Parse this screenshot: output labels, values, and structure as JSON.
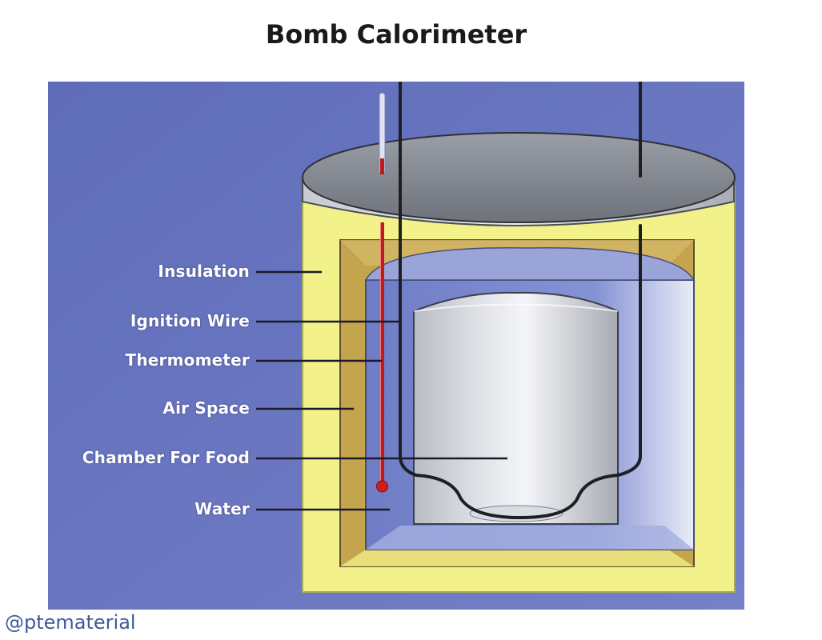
{
  "title": "Bomb Calorimeter",
  "labels": {
    "insulation": "Insulation",
    "ignition_wire": "Ignition Wire",
    "thermometer": "Thermometer",
    "air_space": "Air Space",
    "chamber": "Chamber For Food",
    "water": "Water"
  },
  "watermark": "@ptematerial",
  "colors": {
    "background": "#6b78c4",
    "insulation": "#f3f28c",
    "air_space": "#c9aa50",
    "water": "#7d8bd0",
    "lid": "#8a8e96",
    "thermometer_red": "#c01a1a"
  }
}
